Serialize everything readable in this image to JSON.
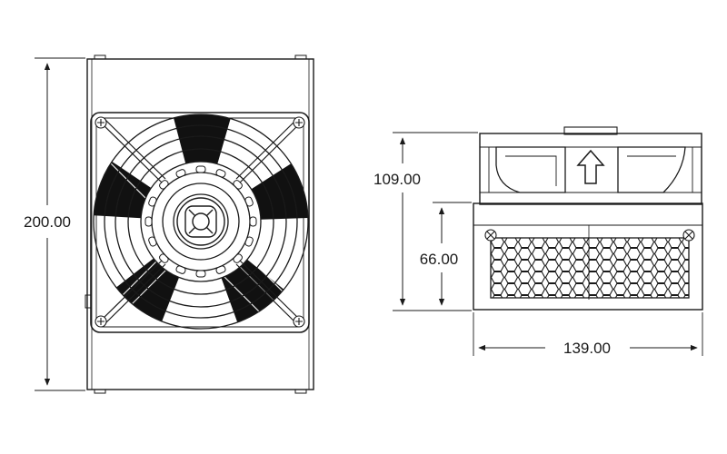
{
  "dimensions": {
    "front_height": "200.00",
    "side_total_height": "109.00",
    "side_guard_height": "66.00",
    "side_width": "139.00"
  },
  "colors": {
    "line": "#1a1a1a",
    "blade_fill": "#111111",
    "background": "#ffffff"
  },
  "icons": {
    "airflow": "up-arrow-icon",
    "screw": "phillips-screw-icon"
  }
}
